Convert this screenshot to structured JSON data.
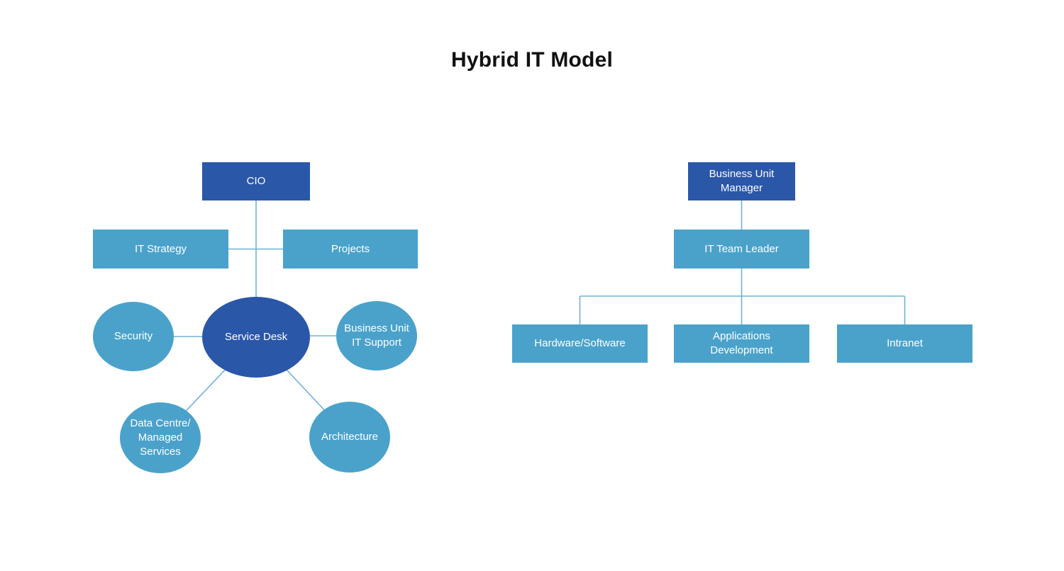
{
  "title": "Hybrid IT Model",
  "colors": {
    "background": "#ffffff",
    "title_text": "#111111",
    "dark_blue": "#2B57A8",
    "light_blue": "#4AA2CB",
    "connector": "#6FB3D6",
    "node_text": "#ffffff"
  },
  "left_diagram": {
    "cio": {
      "label": "CIO"
    },
    "it_strategy": {
      "label": "IT Strategy"
    },
    "projects": {
      "label": "Projects"
    },
    "service_desk": {
      "label": "Service Desk"
    },
    "security": {
      "label": "Security"
    },
    "business_unit_it_support": {
      "label": "Business Unit IT Support"
    },
    "data_centre_managed_services": {
      "label": "Data Centre/ Managed Services"
    },
    "architecture": {
      "label": "Architecture"
    }
  },
  "right_diagram": {
    "business_unit_manager": {
      "label": "Business Unit Manager"
    },
    "it_team_leader": {
      "label": "IT Team Leader"
    },
    "hardware_software": {
      "label": "Hardware/Software"
    },
    "applications_development": {
      "label": "Applications Development"
    },
    "intranet": {
      "label": "Intranet"
    }
  }
}
